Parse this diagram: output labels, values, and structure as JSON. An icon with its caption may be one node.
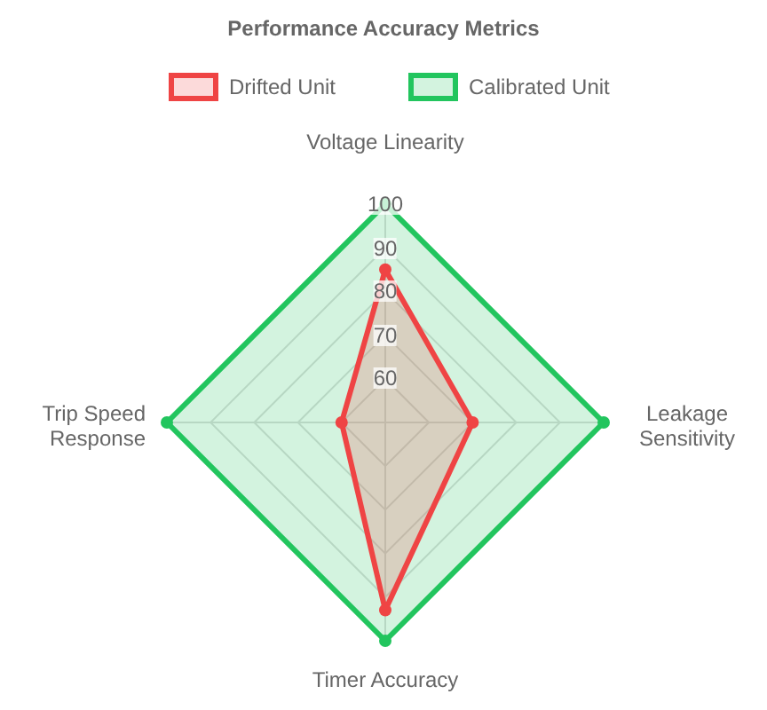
{
  "diagram": {
    "title": "Performance Accuracy Metrics",
    "labels": [
      "Voltage Linearity",
      "100",
      "90",
      "80",
      "70",
      "60",
      "Trip Speed Response",
      "Leakage Sensitivity",
      "Timer Accuracy"
    ],
    "legend": [
      {
        "text": "Drifted Unit",
        "color": "#ef4444"
      },
      {
        "text": "Calibrated Unit",
        "color": "#22c55e"
      }
    ]
  }
}
